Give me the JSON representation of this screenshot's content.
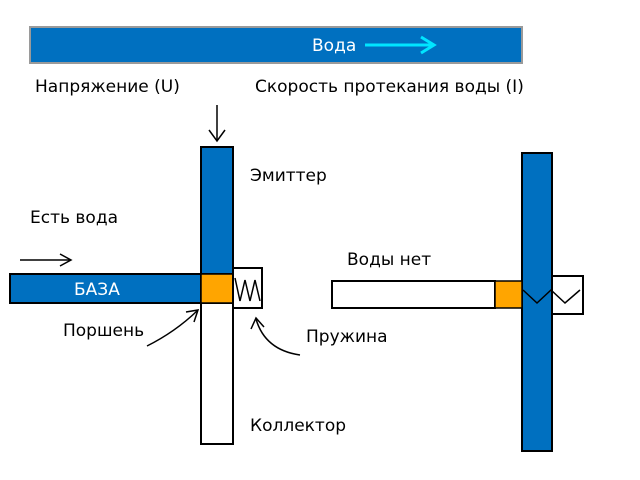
{
  "colors": {
    "water": "#0070c0",
    "piston": "#ffa500",
    "arrow_cyan": "#00e5ff",
    "outline": "#000000",
    "background": "#ffffff"
  },
  "banner": {
    "label": "Вода",
    "arrow_icon": "right-arrow-icon"
  },
  "labels": {
    "voltage": "Напряжение (U)",
    "flow_rate": "Скорость протекания воды (I)",
    "emitter": "Эмиттер",
    "base": "БАЗА",
    "water_present": "Есть вода",
    "no_water": "Воды нет",
    "piston": "Поршень",
    "spring": "Пружина",
    "collector": "Коллектор"
  },
  "icons": [
    "down-arrow-icon",
    "right-arrow-icon",
    "spring-icon",
    "pointer-arrow-icon"
  ]
}
